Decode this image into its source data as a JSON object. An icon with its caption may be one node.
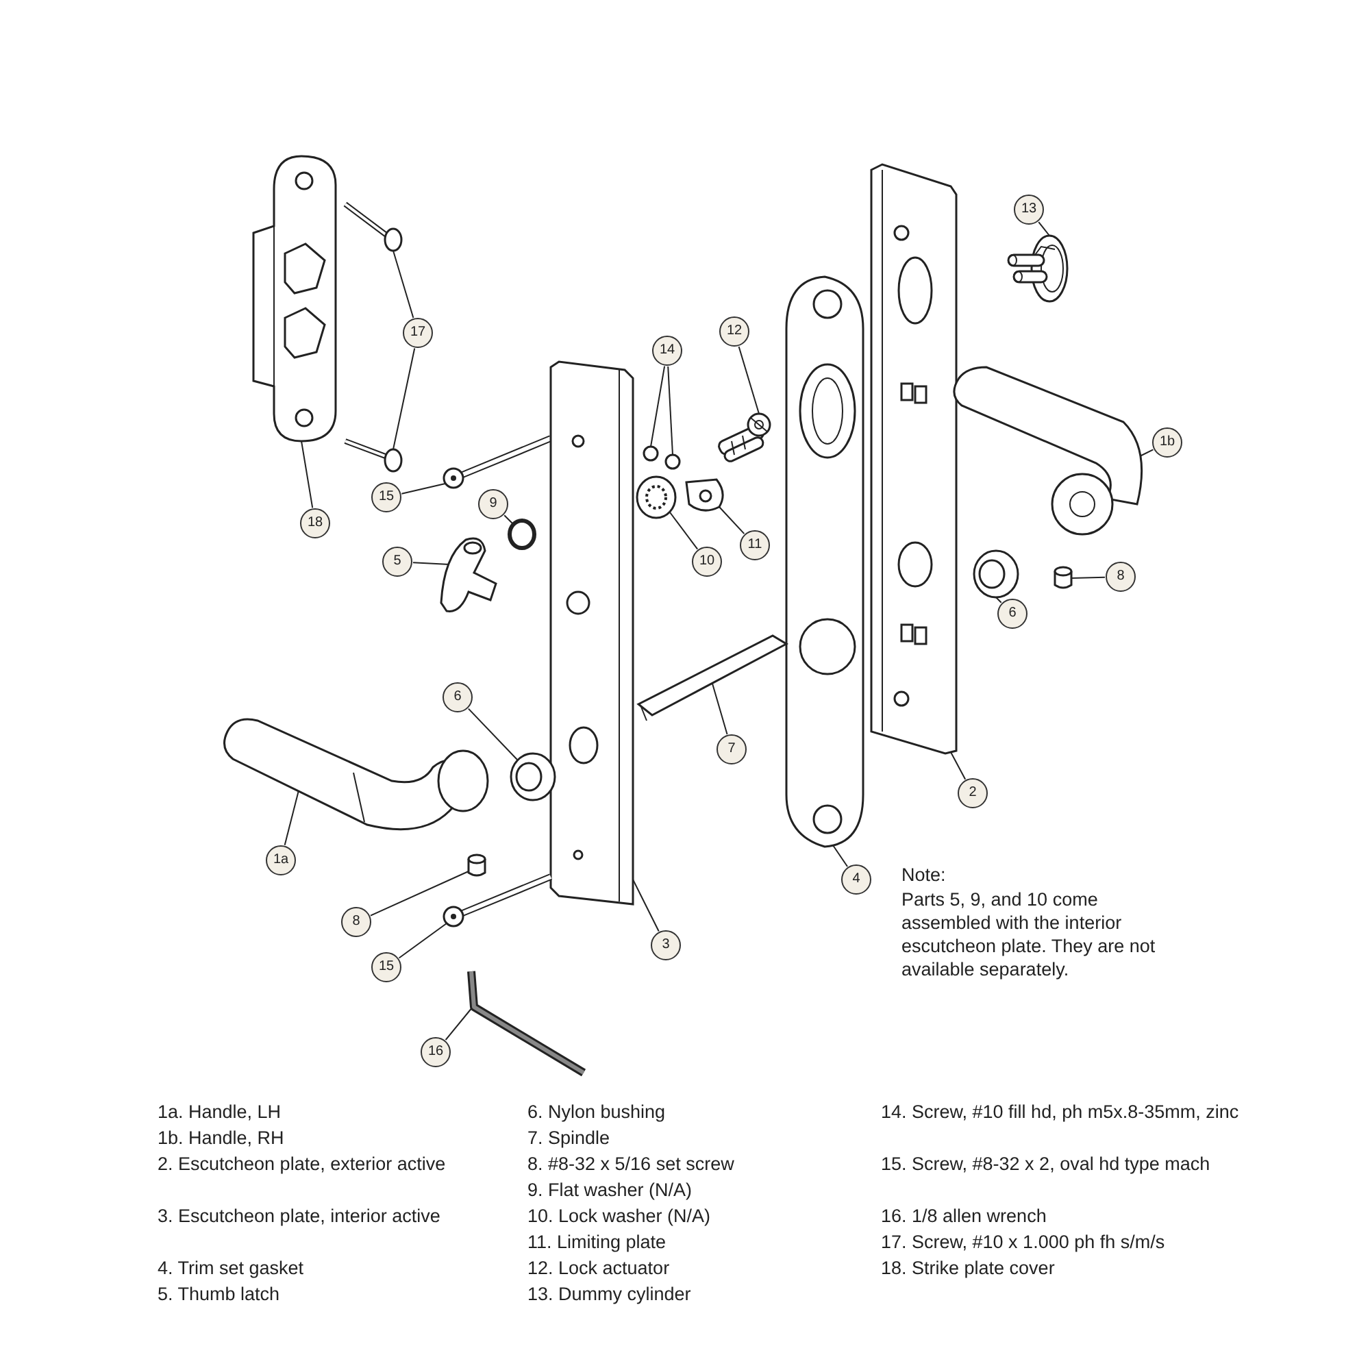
{
  "diagram": {
    "nodes": [
      {
        "text": [],
        "shape": "picture"
      },
      {
        "text": [],
        "shape": "picture"
      },
      {
        "text": [],
        "shape": "picture"
      },
      {
        "text": [
          "17"
        ]
      },
      {
        "text": [
          "18"
        ]
      },
      {
        "text": [],
        "shape": "picture"
      },
      {
        "text": [
          "15"
        ]
      },
      {
        "text": [],
        "shape": "circle"
      },
      {
        "text": [
          "9"
        ]
      },
      {
        "text": [],
        "shape": "picture"
      },
      {
        "text": [
          "5"
        ]
      },
      {
        "text": [],
        "shape": "picture"
      },
      {
        "text": [],
        "shape": "circle"
      },
      {
        "text": [],
        "shape": "circle"
      },
      {
        "text": [
          "14"
        ]
      },
      {
        "text": [],
        "shape": "picture"
      },
      {
        "text": [
          "12"
        ]
      },
      {
        "text": [],
        "shape": "picture"
      },
      {
        "text": [
          "11"
        ]
      },
      {
        "text": [],
        "shape": "picture"
      },
      {
        "text": [
          "10"
        ]
      },
      {
        "text": [],
        "shape": "picture"
      },
      {
        "text": [],
        "shape": "picture"
      },
      {
        "text": [],
        "shape": "picture"
      },
      {
        "text": [
          "13"
        ]
      },
      {
        "text": [],
        "shape": "picture"
      },
      {
        "text": [
          "1b"
        ]
      },
      {
        "text": [],
        "shape": "picture"
      },
      {
        "text": [
          "6"
        ]
      },
      {
        "text": [],
        "shape": "cylinder"
      },
      {
        "text": [
          "8"
        ]
      },
      {
        "text": [],
        "shape": "picture"
      },
      {
        "text": [
          "7"
        ]
      },
      {
        "text": [
          "4"
        ]
      },
      {
        "text": [
          "2"
        ]
      },
      {
        "text": [],
        "shape": "picture"
      },
      {
        "text": [
          "6"
        ]
      },
      {
        "text": [],
        "shape": "picture"
      },
      {
        "text": [
          "1a"
        ]
      },
      {
        "text": [],
        "shape": "cylinder"
      },
      {
        "text": [
          "8"
        ]
      },
      {
        "text": [],
        "shape": "picture"
      },
      {
        "text": [
          "15"
        ]
      },
      {
        "text": [
          "3"
        ]
      },
      {
        "text": [],
        "shape": "picture"
      },
      {
        "text": [
          "16"
        ]
      }
    ],
    "edges": [
      {
        "from": 3,
        "to": 1,
        "arrow": "none"
      },
      {
        "from": 3,
        "to": 2,
        "arrow": "none"
      },
      {
        "from": 4,
        "to": 0,
        "arrow": "none"
      },
      {
        "from": 6,
        "to": 5,
        "arrow": "none"
      },
      {
        "from": 8,
        "to": 7,
        "arrow": "none"
      },
      {
        "from": 10,
        "to": 9,
        "arrow": "none"
      },
      {
        "from": 14,
        "to": 12,
        "arrow": "none"
      },
      {
        "from": 14,
        "to": 13,
        "arrow": "none"
      },
      {
        "from": 16,
        "to": 15,
        "arrow": "none"
      },
      {
        "from": 18,
        "to": 17,
        "arrow": "none"
      },
      {
        "from": 20,
        "to": 19,
        "arrow": "none"
      },
      {
        "from": 24,
        "to": 23,
        "arrow": "none"
      },
      {
        "from": 26,
        "to": 25,
        "arrow": "none"
      },
      {
        "from": 28,
        "to": 27,
        "arrow": "none"
      },
      {
        "from": 30,
        "to": 29,
        "arrow": "none"
      },
      {
        "from": 32,
        "to": 31,
        "arrow": "none"
      },
      {
        "from": 33,
        "to": 21,
        "arrow": "none"
      },
      {
        "from": 34,
        "to": 22,
        "arrow": "none"
      },
      {
        "from": 36,
        "to": 35,
        "arrow": "none"
      },
      {
        "from": 38,
        "to": 37,
        "arrow": "none"
      },
      {
        "from": 40,
        "to": 39,
        "arrow": "none"
      },
      {
        "from": 42,
        "to": 41,
        "arrow": "none"
      },
      {
        "from": 43,
        "to": 11,
        "arrow": "none"
      },
      {
        "from": 45,
        "to": 44,
        "arrow": "none"
      }
    ],
    "labels": [
      "Note:",
      "Parts 5, 9, and 10 come assembled with the interior escutcheon plate. They are not available separately.",
      "1a. Handle, LH",
      "1b. Handle, RH",
      "2. Escutcheon plate, exterior active",
      "3. Escutcheon plate, interior active",
      "4. Trim set gasket",
      "5. Thumb latch",
      "6. Nylon bushing",
      "7. Spindle",
      "8. #8-32 x 5/16 set screw",
      "9. Flat washer (N/A)",
      "10. Lock washer (N/A)",
      "11. Limiting plate",
      "12. Lock actuator",
      "13. Dummy cylinder",
      "14. Screw, #10 fill hd, ph m5x.8-35mm, zinc",
      "15. Screw, #8-32 x 2, oval hd type mach",
      "16. 1/8 allen wrench",
      "17. Screw, #10 x 1.000 ph fh s/m/s",
      "18. Strike plate cover"
    ]
  }
}
